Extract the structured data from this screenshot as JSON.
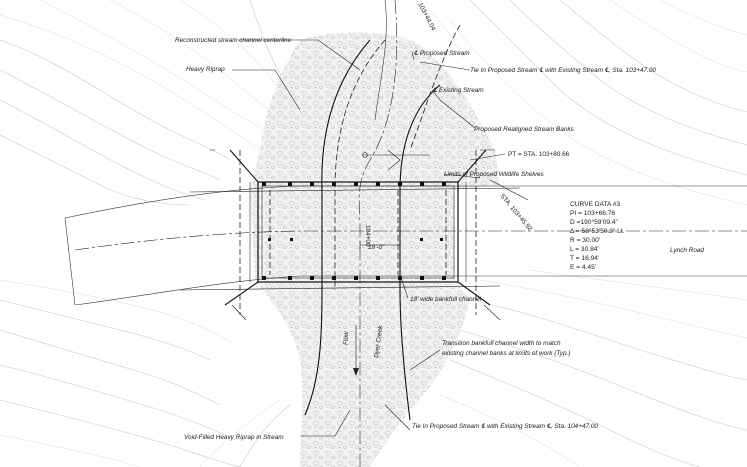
{
  "labels": {
    "reconstructed_centerline": "Reconstructed stream channel centerline",
    "heavy_riprap": "Heavy Riprap",
    "proposed_stream": "℄ Proposed Stream",
    "tie_in_top": "Tie In Proposed Stream ℄ with Existing Stream ℄, Sta. 103+47.00",
    "existing_stream": "℄ Existing Stream",
    "realigned_banks": "Proposed Realigned Stream Banks",
    "pt_station": "PT = STA. 103+80.66",
    "wildlife_shelves": "Limits of Proposed Wildlife Shelves",
    "pc_station": "STA. 103+45.92",
    "top_station": "103+44.04",
    "road_station": "104+00",
    "lynch_road": "Lynch Road",
    "dimension": "18'-0\"",
    "bankfull_channel": "18' wide bankfull channel",
    "transition_line1": "Transition bankfull channel width to match",
    "transition_line2": "existing channel banks at limits of work (Typ.)",
    "flow": "Flow",
    "dyer_creek": "Dyer Creek",
    "tie_in_bottom": "Tie In Proposed Stream ℄ with Existing Stream ℄, Sta. 104+47.00",
    "void_filled": "Void-Filled Heavy Riprap in Stream"
  },
  "curve_data": {
    "title": "CURVE DATA #3",
    "lines": [
      "PI =  103+66.76",
      "D  =190°59'09.4\"",
      "Δ  =  58°53'50.3\" Lt.",
      "R  =  30.00'",
      "L  =  30.84'",
      "T  =  16.94'",
      "E  =  4.45'"
    ]
  }
}
